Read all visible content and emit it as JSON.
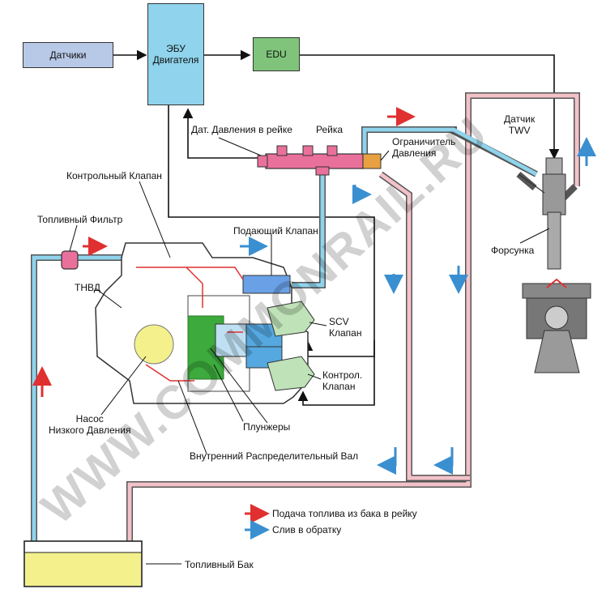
{
  "boxes": {
    "sensors": "Датчики",
    "ecu": "ЭБУ\nДвигателя",
    "edu": "EDU"
  },
  "labels": {
    "rail_pressure_sensor": "Дат. Давления в рейке",
    "rail": "Рейка",
    "pressure_limiter": "Ограничитель\nДавления",
    "twv_sensor": "Датчик\nTWV",
    "injector": "Форсунка",
    "control_valve_top": "Контрольный Клапан",
    "fuel_filter": "Топливный Фильтр",
    "feed_valve": "Подающий Клапан",
    "pump": "ТНВД",
    "scv_valve": "SCV\nКлапан",
    "control_valve": "Контрол.\nКлапан",
    "low_pressure_pump": "Насос\nНизкого Давления",
    "plungers": "Плунжеры",
    "distributor_shaft": "Внутренний Распределительный Вал",
    "fuel_tank": "Топливный Бак"
  },
  "legend": [
    {
      "text": "Подача топлива из бака в рейку",
      "color": "#e03030"
    },
    {
      "text": "Слив в обратку",
      "color": "#3a8fd0"
    }
  ],
  "watermark": "WWW.COMMONRAIL.RU",
  "colors": {
    "sensors_box": "#b7c9e6",
    "ecu_box": "#8fd3ec",
    "edu_box": "#7fc47a",
    "rail": "#e9709a",
    "feed_line": "#8fd3ec",
    "return_line": "#f2c2c8",
    "fuel": "#f4f08c",
    "arrow_feed": "#e03030",
    "arrow_return": "#3a8fd0"
  }
}
